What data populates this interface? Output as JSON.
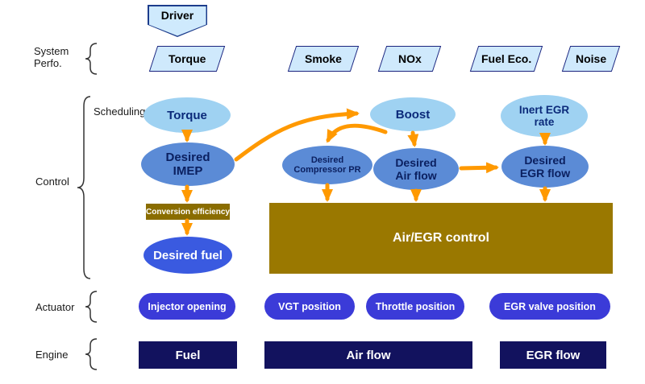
{
  "labels": {
    "system_line1": "System",
    "system_line2": "Perfo.",
    "scheduling": "Scheduling",
    "control": "Control",
    "actuator": "Actuator",
    "engine": "Engine"
  },
  "driver": "Driver",
  "system_perfo": [
    "Torque",
    "Smoke",
    "NOx",
    "Fuel Eco.",
    "Noise"
  ],
  "scheduling_nodes": {
    "torque": "Torque",
    "boost": "Boost",
    "inert_egr": "Inert EGR rate"
  },
  "control_nodes": {
    "desired_imep": "Desired IMEP",
    "desired_compressor_pr": "Desired Compressor PR",
    "desired_air_flow": "Desired Air flow",
    "desired_egr_flow": "Desired EGR flow",
    "conversion_efficiency": "Conversion efficiency",
    "desired_fuel": "Desired fuel",
    "air_egr_control": "Air/EGR control"
  },
  "actuators": [
    "Injector opening",
    "VGT position",
    "Throttle position",
    "EGR valve position"
  ],
  "engine_blocks": [
    "Fuel",
    "Air flow",
    "EGR flow"
  ],
  "colors": {
    "light_blue_shape": "#cfe9fc",
    "light_blue_node": "#9fd2f2",
    "medium_blue_node": "#5b8bd6",
    "bright_blue_node": "#3a5ae0",
    "gold_box": "#9a7800",
    "actuator_blue": "#3b3bd8",
    "engine_navy": "#12125e",
    "arrow_orange": "#ff9900",
    "navy_text": "#0b2a7a"
  }
}
